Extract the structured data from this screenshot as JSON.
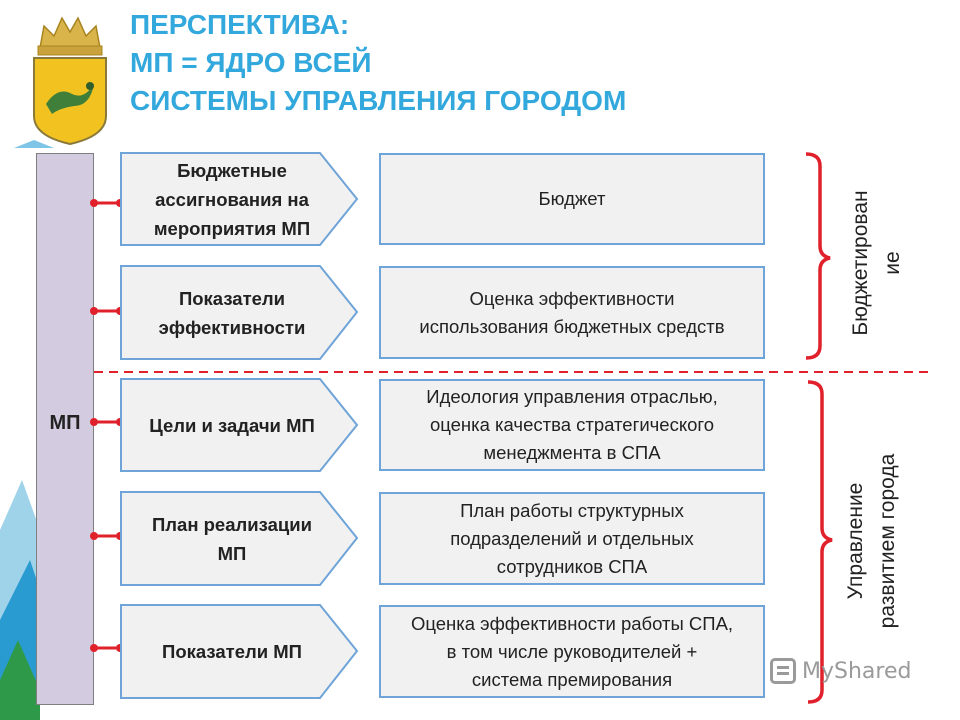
{
  "title": {
    "lines": [
      "ПЕРСПЕКТИВА:",
      "МП = ЯДРО ВСЕЙ",
      "СИСТЕМЫ УПРАВЛЕНИЯ ГОРОДОМ"
    ]
  },
  "core": {
    "label": "МП"
  },
  "rows": [
    {
      "left": "Бюджетные\nассигнования на\nмероприятия МП",
      "right": "Бюджет"
    },
    {
      "left": "Показатели\nэффективности",
      "right": "Оценка эффективности\nиспользования бюджетных средств"
    },
    {
      "left": "Цели и задачи МП",
      "right": "Идеология управления отраслью,\nоценка качества стратегического\nменеджмента в СПА"
    },
    {
      "left": "План реализации\nМП",
      "right": "План работы структурных\nподразделений и отдельных\nсотрудников СПА"
    },
    {
      "left": "Показатели МП",
      "right": "Оценка эффективности работы СПА,\nв том числе руководителей +\nсистема премирования"
    }
  ],
  "groups": [
    {
      "label": "Бюджетирован\nие"
    },
    {
      "label": "Управление\nразвитием города"
    }
  ],
  "watermark": {
    "text": "MyShared"
  },
  "colors": {
    "title": "#33a8dc",
    "box_border": "#6fa4d8",
    "box_fill": "#f1f1f1",
    "core_fill": "#d3cce0",
    "connector": "#e0202a",
    "bracket": "#e0202a",
    "divider": "#e0202a"
  }
}
